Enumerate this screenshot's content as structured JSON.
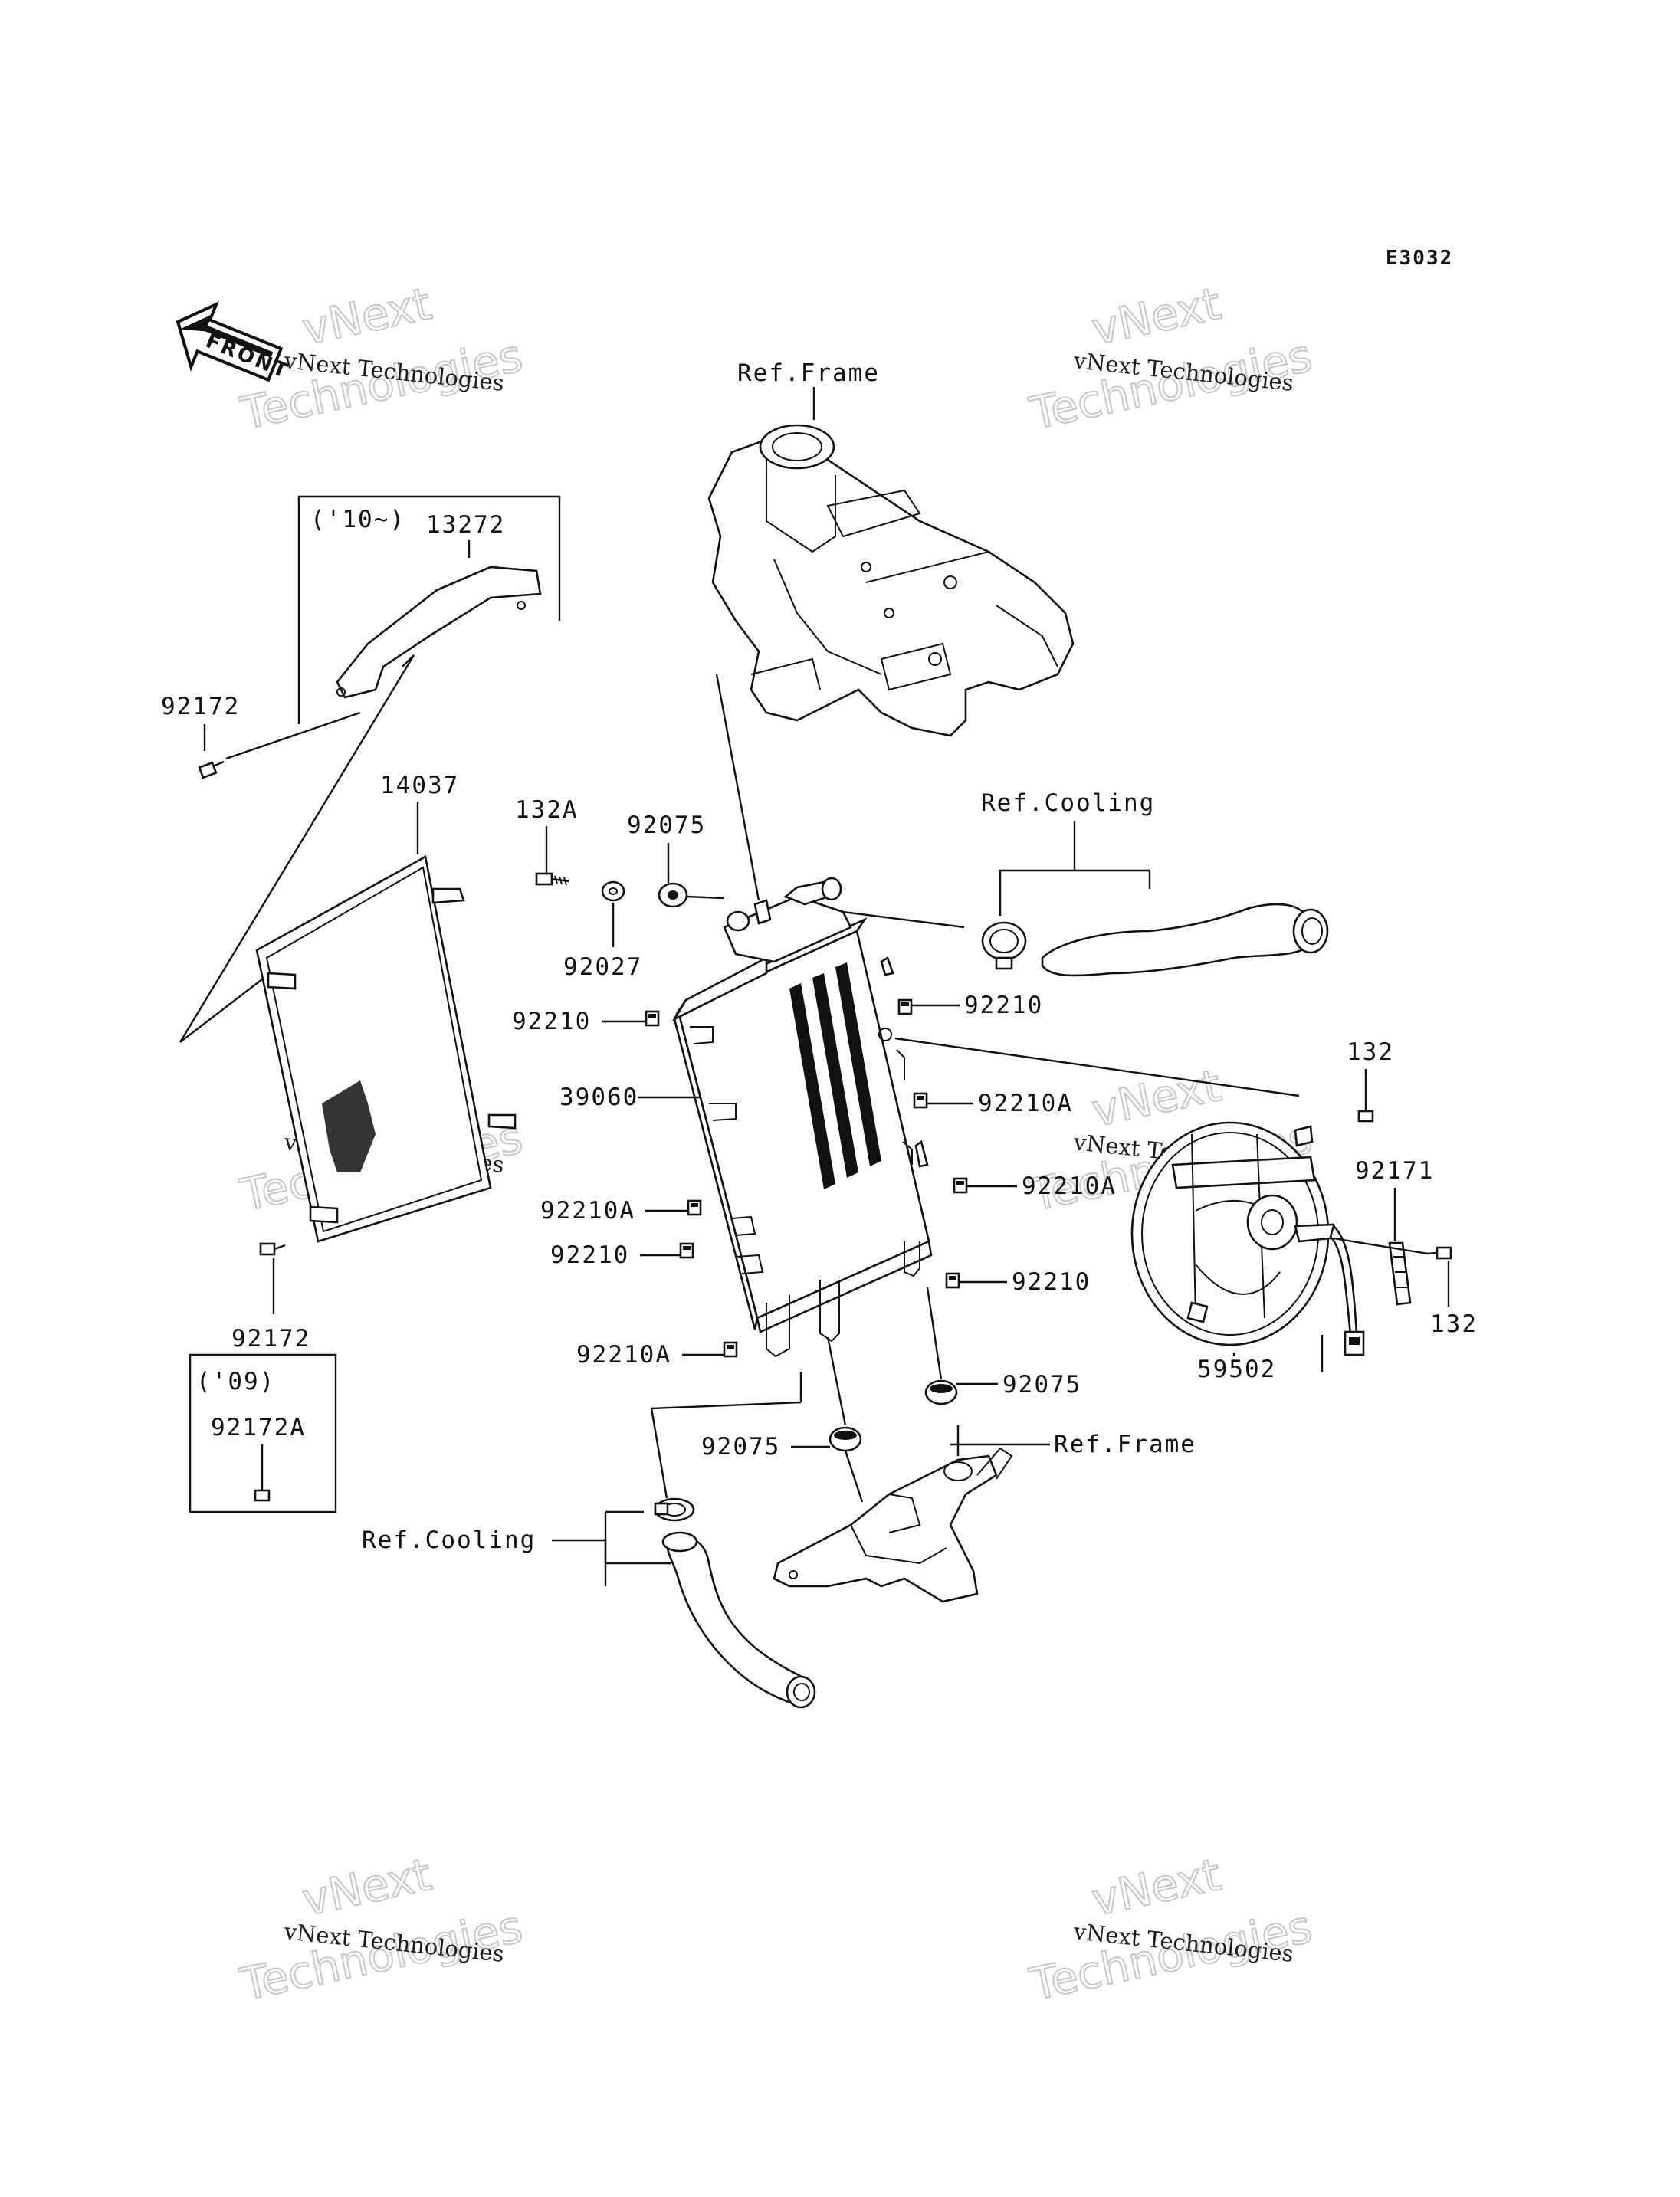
{
  "diagram_code": "E3032",
  "front_arrow_text": "FRONT",
  "watermark": {
    "line1": "vNext Technologies",
    "line2_a": "vNext",
    "line2_b": "Technologies"
  },
  "callouts": {
    "ref_frame_top": "Ref.Frame",
    "ref_frame_bottom": "Ref.Frame",
    "ref_cooling_top": "Ref.Cooling",
    "ref_cooling_bottom": "Ref.Cooling",
    "variant_10": "('10~)",
    "variant_09": "('09)",
    "p13272": "13272",
    "p92172_top": "92172",
    "p92172_bottom": "92172",
    "p92172A": "92172A",
    "p14037": "14037",
    "p132A": "132A",
    "p92075_top": "92075",
    "p92027": "92027",
    "p92210_1": "92210",
    "p92210_2": "92210",
    "p92210_3": "92210",
    "p92210_4": "92210",
    "p39060": "39060",
    "p92210A_1": "92210A",
    "p92210A_2": "92210A",
    "p92210A_3": "92210A",
    "p92210A_4": "92210A",
    "p92075_right": "92075",
    "p92075_bottom": "92075",
    "p132_top": "132",
    "p132_bottom": "132",
    "p92171": "92171",
    "p59502": "59502"
  }
}
